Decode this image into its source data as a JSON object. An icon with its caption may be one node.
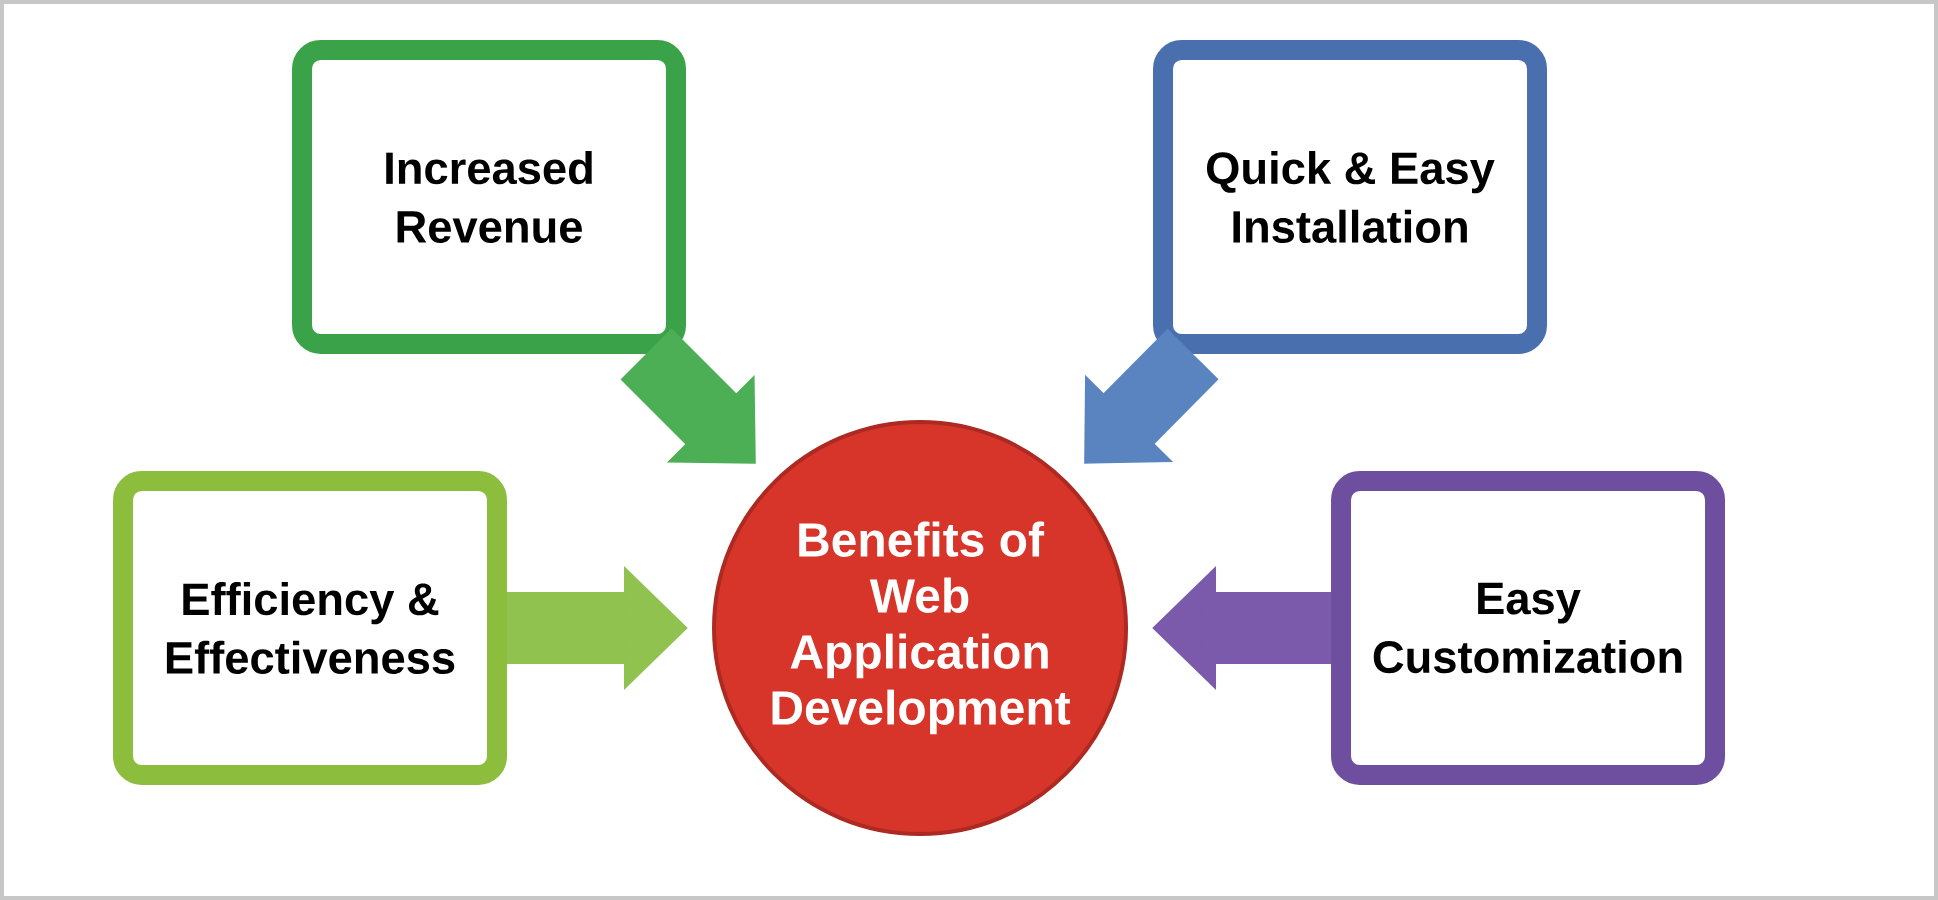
{
  "diagram": {
    "nodes": [
      {
        "text": [
          "Increased Revenue"
        ]
      },
      {
        "text": [
          "Quick & Easy Installation"
        ]
      },
      {
        "text": [
          "Efficiency & Effectiveness"
        ]
      },
      {
        "text": [
          "Benefits of Web Application Development"
        ]
      },
      {
        "text": [
          "Easy Customization"
        ]
      }
    ],
    "edges": [
      {
        "from": 0,
        "to": 3,
        "arrow": "to",
        "color": "#4caf55"
      },
      {
        "from": 1,
        "to": 3,
        "arrow": "to",
        "color": "#5a84c0"
      },
      {
        "from": 2,
        "to": 3,
        "arrow": "to",
        "color": "#8fc24e"
      },
      {
        "from": 4,
        "to": 3,
        "arrow": "to",
        "color": "#7b5aab"
      }
    ]
  }
}
